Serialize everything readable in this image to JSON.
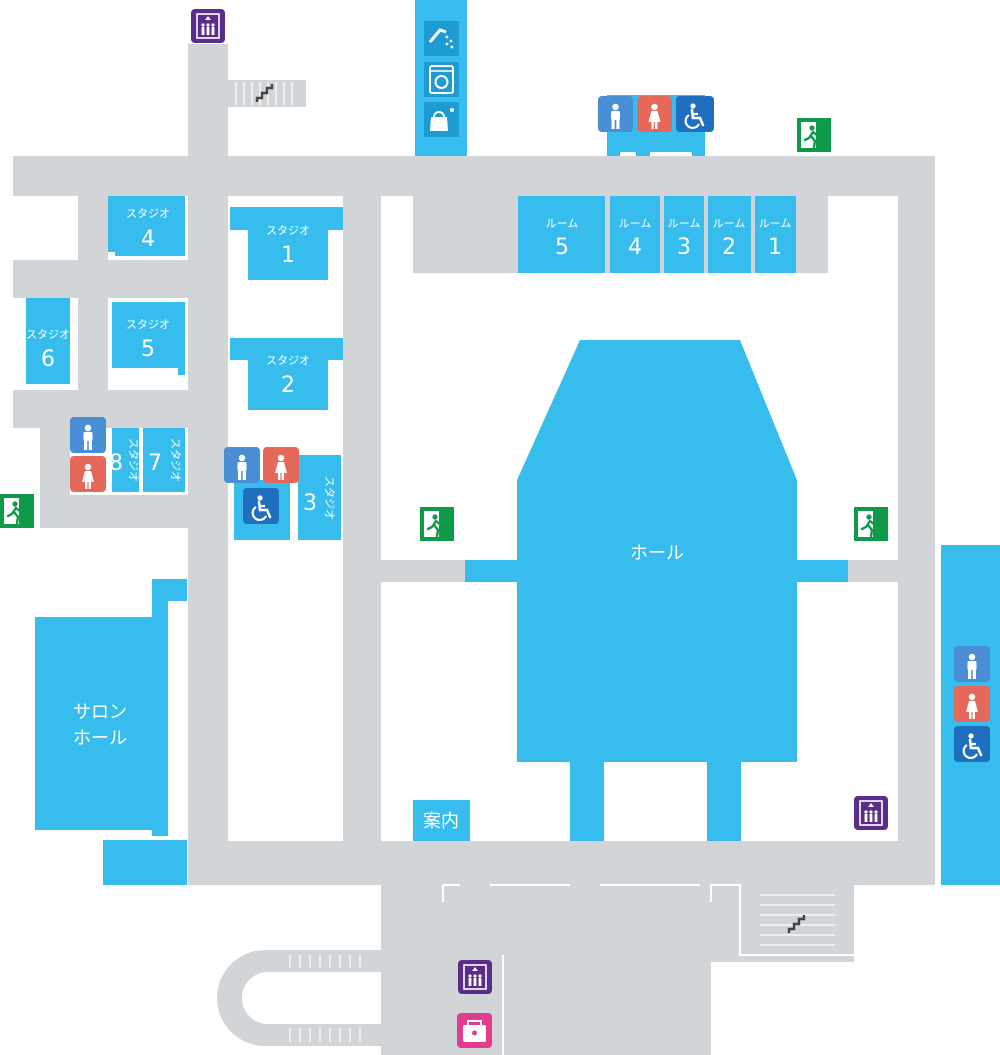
{
  "colors": {
    "corridor": "#d2d5d8",
    "room": "#36bdee",
    "male": "#4a8fd6",
    "female": "#e5695a",
    "accessible": "#1f6fbe",
    "elevator": "#5a2d8a",
    "exit": "#0e9a48",
    "locker": "#e23c8f",
    "amenity": "#1e9bd3"
  },
  "rooms": {
    "studio_prefix": "スタジオ",
    "studio_1": "1",
    "studio_2": "2",
    "studio_3": "3",
    "studio_4": "4",
    "studio_5": "5",
    "studio_6": "6",
    "studio_7": "7",
    "studio_8": "8",
    "room_prefix": "ルーム",
    "room_1": "1",
    "room_2": "2",
    "room_3": "3",
    "room_4": "4",
    "room_5": "5",
    "hall": "ホール",
    "salon_line1": "サロン",
    "salon_line2": "ホール",
    "info": "案内"
  },
  "icons": [
    "elevator-icon",
    "shower-icon",
    "laundry-icon",
    "kettle-icon",
    "male-restroom-icon",
    "female-restroom-icon",
    "accessible-restroom-icon",
    "emergency-exit-icon",
    "stairs-icon",
    "locker-icon"
  ]
}
